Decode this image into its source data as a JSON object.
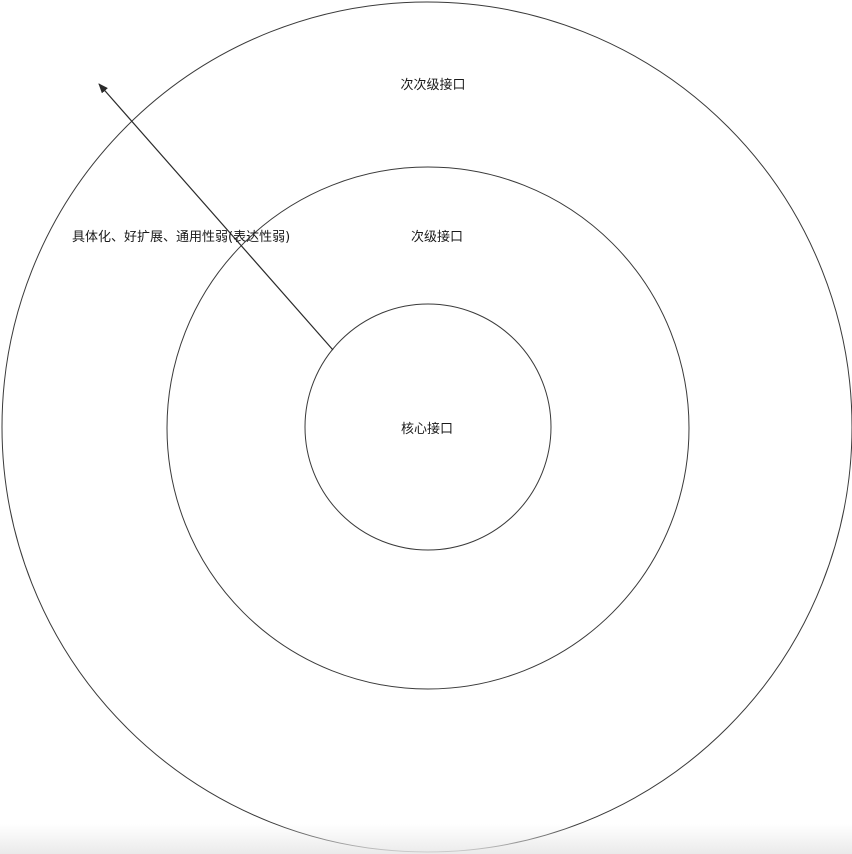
{
  "diagram": {
    "labels": {
      "outer": "次次级接口",
      "middle": "次级接口",
      "inner": "核心接口",
      "arrow": "具体化、好扩展、通用性弱(表达性弱)"
    },
    "colors": {
      "stroke": "#3a3a3a",
      "text": "#1a1a1a",
      "background": "#ffffff"
    }
  }
}
